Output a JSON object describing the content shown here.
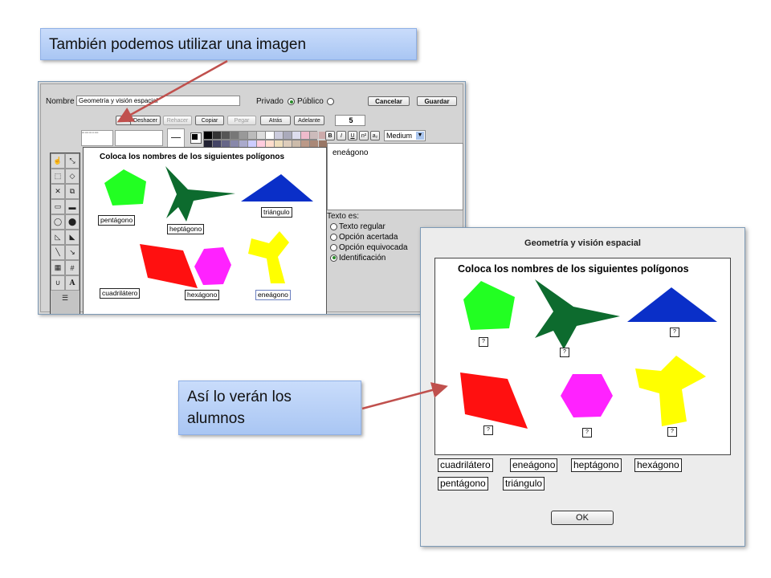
{
  "callouts": {
    "top": "También podemos utilizar una imagen",
    "bottom": "Así lo verán los alumnos"
  },
  "editor": {
    "name_label": "Nombre",
    "name_value": "Geometría y visión espacial",
    "privacy_private": "Privado",
    "privacy_public": "Público",
    "cancel_label": "Cancelar",
    "save_label": "Guardar",
    "toolbar": {
      "image": "Imagen",
      "undo": "Deshacer",
      "redo": "Rehacer",
      "copy": "Copiar",
      "paste": "Pegar",
      "back": "Atrás",
      "forward": "Adelante",
      "page_number": "5"
    },
    "font_size": "Medium",
    "canvas": {
      "title": "Coloca los nombres de los siguientes polígonos",
      "tags": [
        "pentágono",
        "heptágono",
        "triángulo",
        "cuadrilátero",
        "hexágono",
        "eneágono"
      ]
    },
    "text_value": "eneágono",
    "text_type": {
      "label": "Texto es:",
      "options": [
        "Texto regular",
        "Opción acertada",
        "Opción equivocada",
        "Identificación"
      ],
      "selected": "Identificación"
    }
  },
  "student": {
    "title": "Geometría y visión espacial",
    "board_title": "Coloca los nombres de los siguientes polígonos",
    "unknown_mark": "?",
    "words_row1": [
      "cuadrilátero",
      "eneágono",
      "heptágono",
      "hexágono"
    ],
    "words_row2": [
      "pentágono",
      "triángulo"
    ],
    "ok_label": "OK"
  },
  "colors": {
    "pentagon": "#22ff22",
    "heptagon_star": "#0d6b2e",
    "triangle": "#0a2fc8",
    "quadrilateral": "#ff1010",
    "hexagon": "#ff22ff",
    "nonagon": "#ffff00",
    "callout_bg": "#b7cff7",
    "arrow": "#c0504d"
  }
}
